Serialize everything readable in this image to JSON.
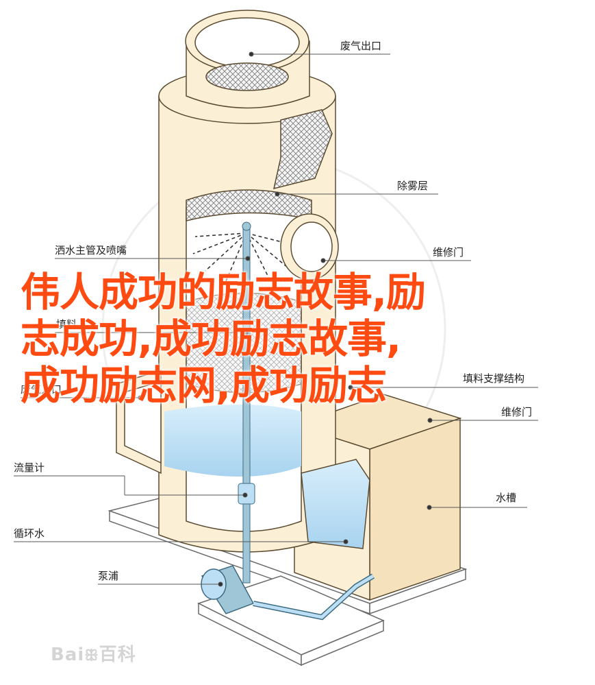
{
  "labels": {
    "exhaust_outlet": "废气出口",
    "demister": "除雾层",
    "spray_nozzle": "洒水主管及喷嘴",
    "service_door_upper": "维修门",
    "packing": "填料",
    "exhaust_inlet": "废气入口",
    "packing_support": "填料支撑结构",
    "service_door_lower": "维修门",
    "flow_meter": "流量计",
    "water_tank": "水槽",
    "circulating_water": "循环水",
    "pump": "泵浦"
  },
  "overlay": {
    "title_lines": "伟人成功的励志故事,励\n志成功,成功励志故事,\n成功励志网,成功励志"
  },
  "watermark": {
    "brand": "Bai",
    "paw_icon": "baidu-paw-icon",
    "suffix": "百科"
  },
  "colors": {
    "tower_fill": "#fbefd6",
    "tower_stroke": "#5a4a30",
    "water": "#bcdff5",
    "pipe": "#9fc6d6",
    "overlay_text": "#ff4a12",
    "leader_line": "#555555"
  }
}
